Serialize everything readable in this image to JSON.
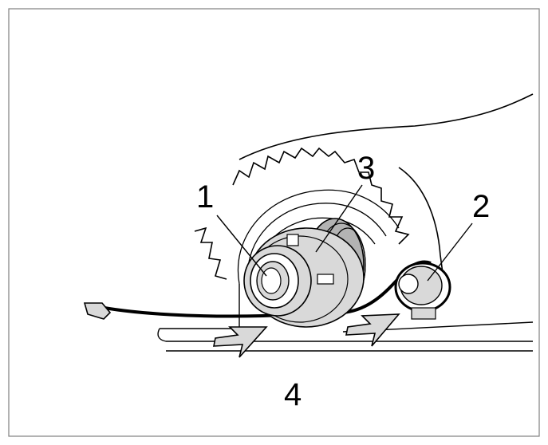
{
  "callouts": {
    "one": "1",
    "two": "2",
    "three": "3",
    "four": "4"
  },
  "colors": {
    "ink": "#000000",
    "light_gray": "#d9d9d9",
    "mid_gray": "#b3b3b3",
    "paper": "#ffffff",
    "frame": "#808080"
  }
}
